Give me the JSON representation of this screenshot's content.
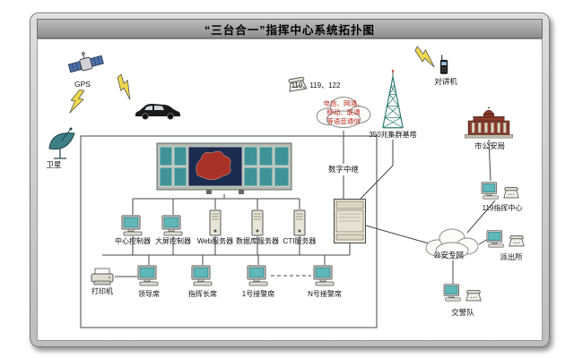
{
  "title": "“三台合一”指挥中心系统拓扑图",
  "colors": {
    "cloud_text_red": "#c03028",
    "screen_teal": "#3f9396",
    "map_red": "#a83228",
    "frame_gray": "#c9c9c9",
    "building_red": "#8a3b2c"
  },
  "wireless": {
    "gps_label": "GPS",
    "satellite_dish_label": "卫星",
    "tower_label": "350兆集群基塔",
    "walkie_talkie_label": "对讲机"
  },
  "voice_access": {
    "emergency_numbers": "110、119、122",
    "cloud_line1": "电信、网通、",
    "cloud_line2": "移动、联通",
    "cloud_line3": "等语音通信",
    "digital_trunk_label": "数字中继"
  },
  "command_center": {
    "controllers": [
      {
        "label": "中心控制器"
      },
      {
        "label": "大屏控制器"
      }
    ],
    "servers": [
      {
        "label": "Web服务器"
      },
      {
        "label": "数据库服务器"
      },
      {
        "label": "CTI服务器"
      }
    ],
    "printer_label": "打印机",
    "seats": [
      {
        "label": "领导席"
      },
      {
        "label": "指挥长席"
      },
      {
        "label": "1号接警席"
      },
      {
        "label": "N号接警席"
      }
    ]
  },
  "police_network": {
    "bureau_label": "市公安局",
    "fire_center_label": "119指挥中心",
    "network_label": "公安专网",
    "station_label": "派出所",
    "traffic_label": "交警队"
  }
}
